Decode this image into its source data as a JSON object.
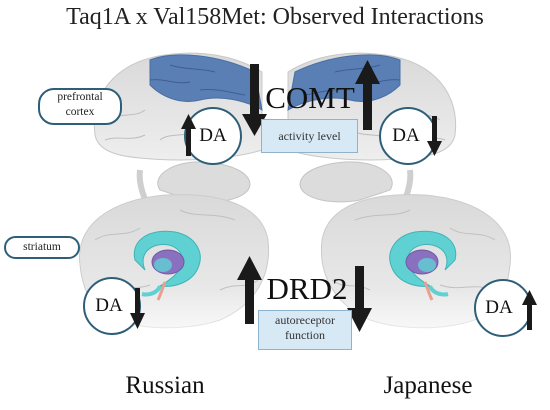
{
  "title": "Taq1A x Val158Met: Observed Interactions",
  "regions": {
    "prefrontal": [
      "prefrontal",
      "cortex"
    ],
    "striatum": "striatum"
  },
  "genes": {
    "comt": {
      "name": "COMT",
      "box": "activity level"
    },
    "drd2": {
      "name": "DRD2",
      "box": [
        "autoreceptor",
        "function"
      ]
    }
  },
  "da_label": "DA",
  "populations": {
    "left": "Russian",
    "right": "Japanese"
  },
  "arrows": {
    "russian_cortex_da": "up",
    "comt_left": "down",
    "comt_right": "up",
    "japanese_cortex_da": "down",
    "russian_striatum_da": "down",
    "drd2_left": "up",
    "drd2_right": "down",
    "japanese_striatum_da": "up"
  },
  "colors": {
    "cortex_highlight": "#5a7fb5",
    "striatum_cyan": "#5fd1d3",
    "striatum_purple": "#8a71c0",
    "box_fill": "#d7e9f5",
    "pill_border": "#2e5f78"
  }
}
